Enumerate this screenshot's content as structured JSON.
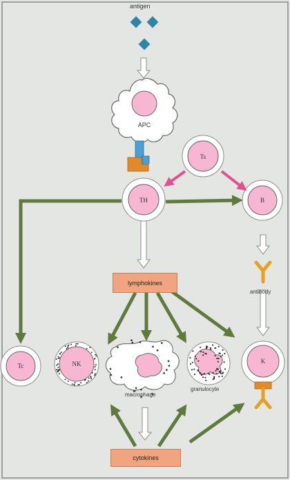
{
  "labels": {
    "antigen": "antigen",
    "apc": "APC",
    "ts": "Ts",
    "th": "TH",
    "b": "B",
    "lymphokines": "lymphokines",
    "antibody": "antibody",
    "tc": "Tc",
    "nk": "NK",
    "macrophage": "macrophage",
    "granulocyte": "granulocyte",
    "k": "K",
    "cytokines": "cytokines"
  },
  "colors": {
    "cell_fill": "#f7b6d2",
    "cell_ring": "#ffffff",
    "cell_outline": "#8c8c8c",
    "antigen": "#2b86a8",
    "green_arrow": "#5e7a3c",
    "pink_arrow": "#e2508f",
    "box_fill": "#f0a57e",
    "receptor_blue": "#4a9fd4",
    "receptor_orange": "#e08a2a",
    "antibody": "#e8a020",
    "background": "#e4e6e3"
  }
}
